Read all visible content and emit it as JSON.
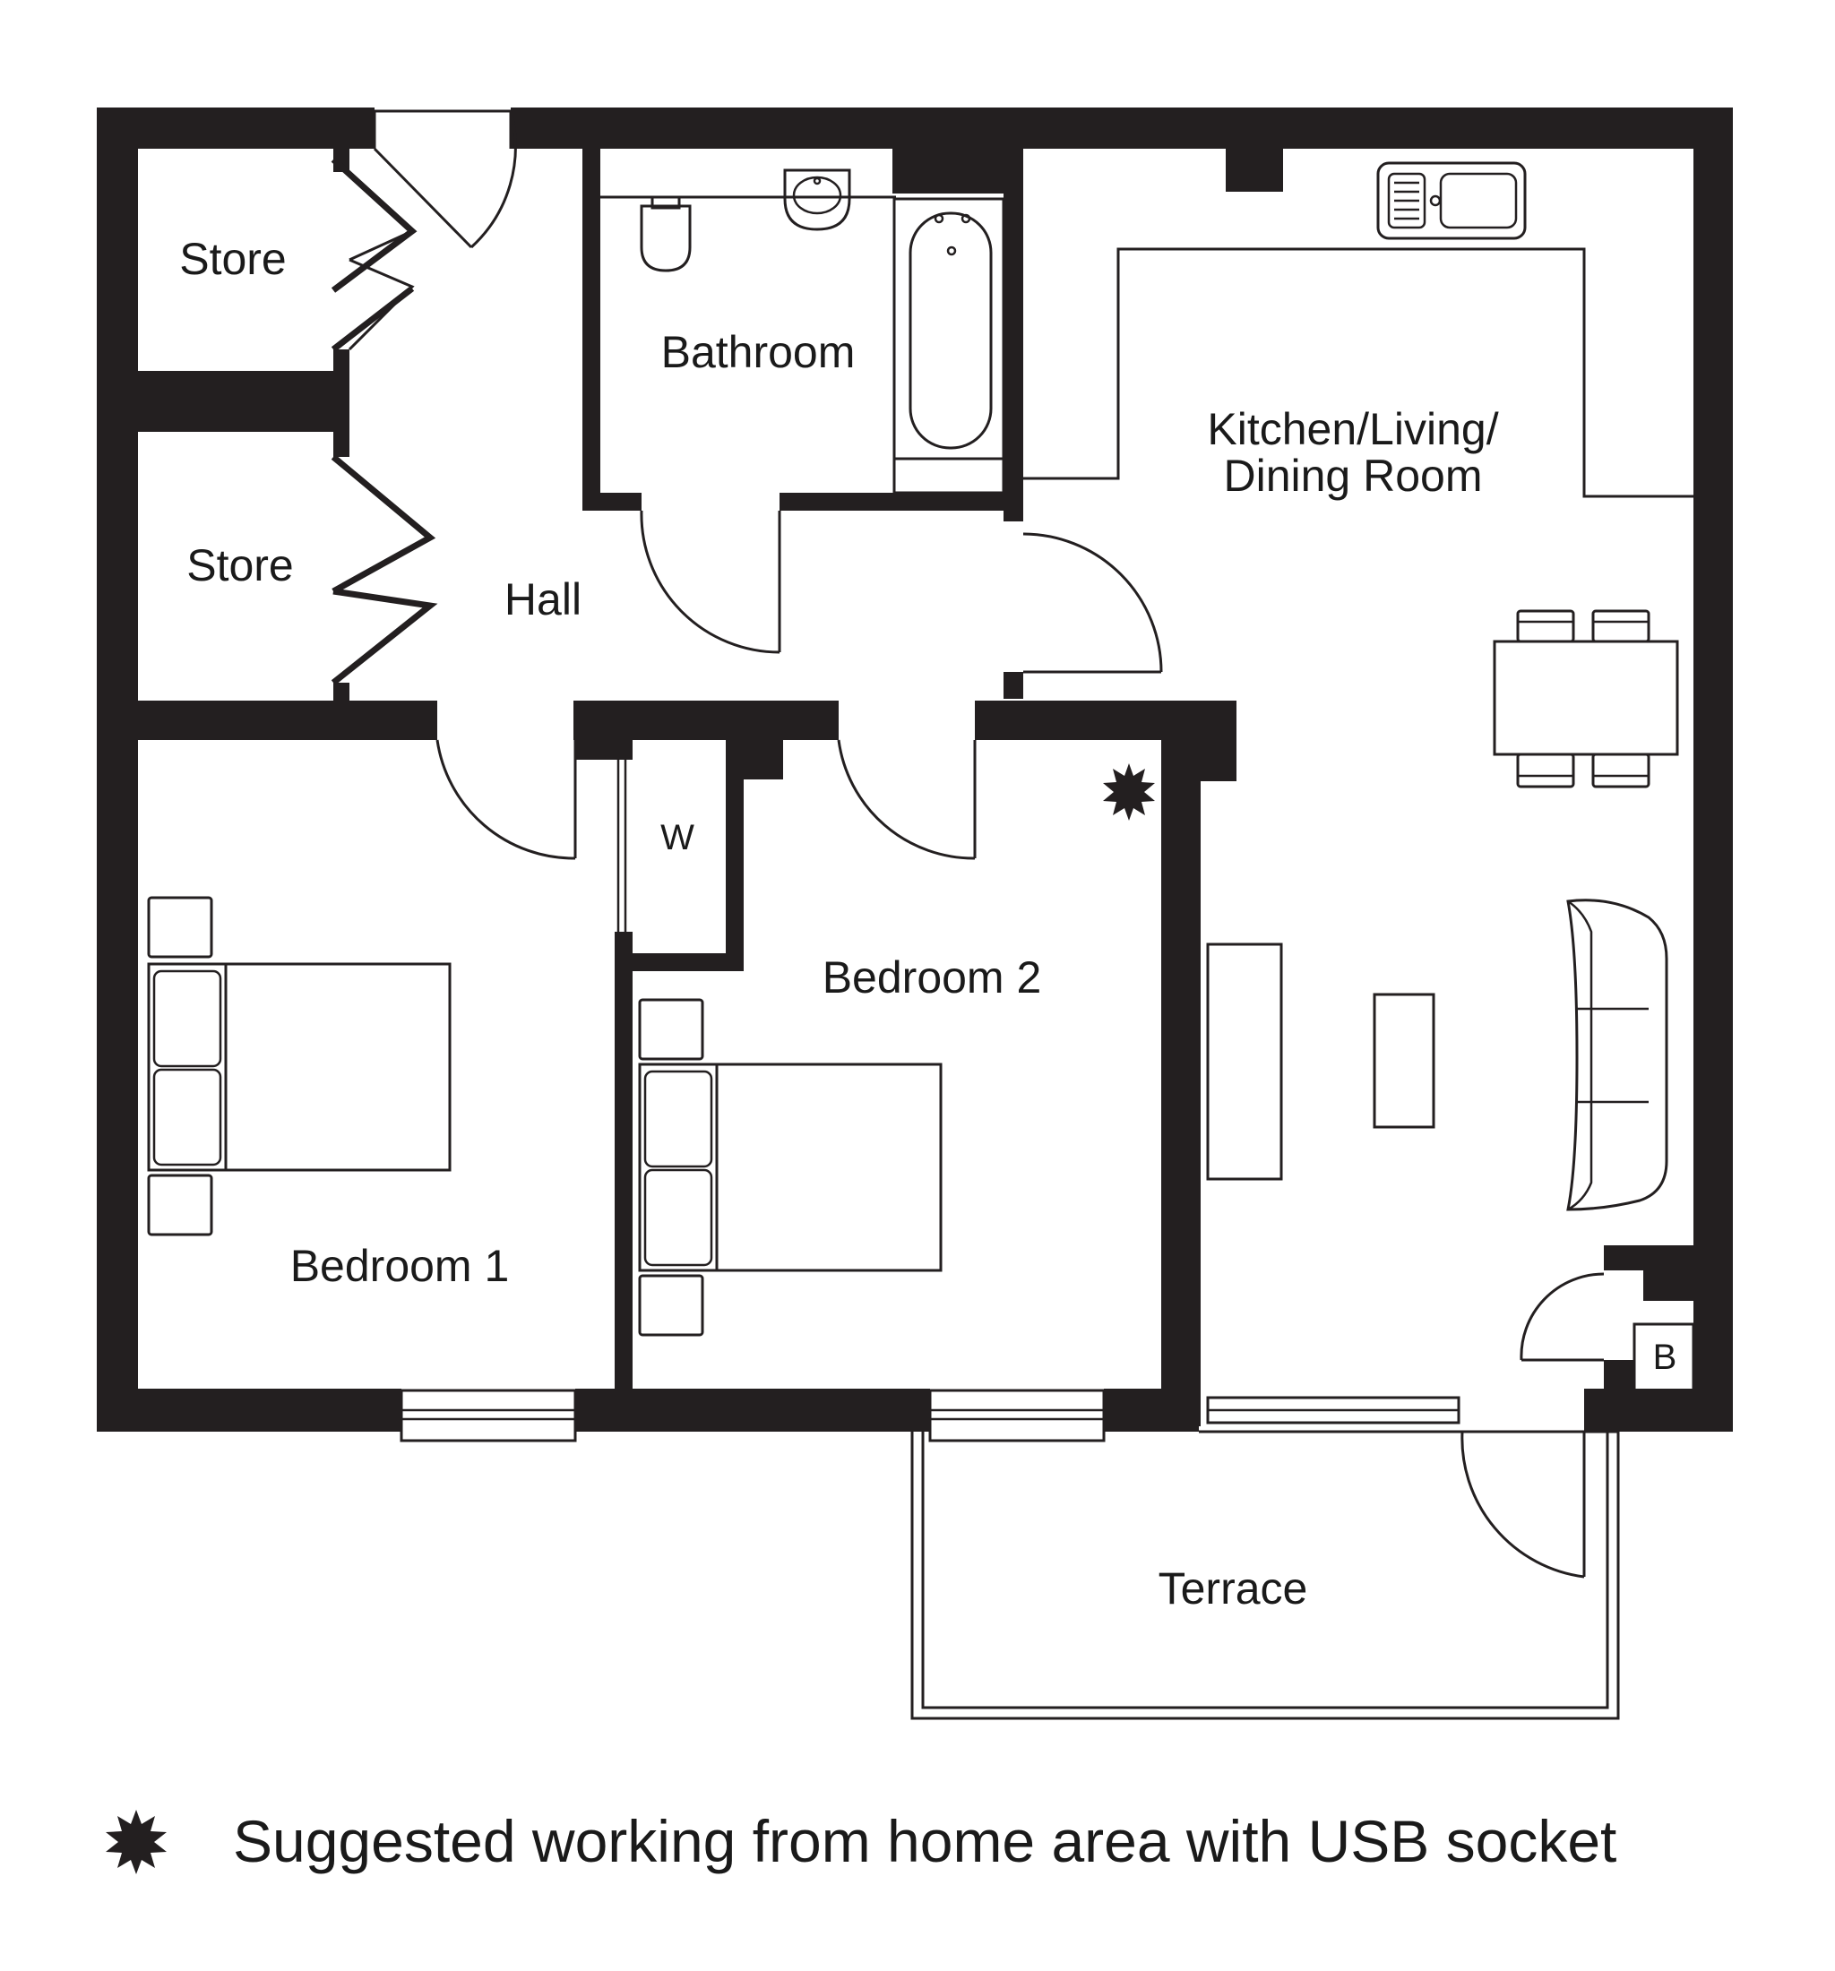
{
  "rooms": {
    "store_upper": "Store",
    "store_lower": "Store",
    "bathroom": "Bathroom",
    "kitchen_line1": "Kitchen/Living/",
    "kitchen_line2": "Dining Room",
    "hall": "Hall",
    "wardrobe": "W",
    "bedroom2": "Bedroom 2",
    "bedroom1": "Bedroom 1",
    "boiler": "B",
    "terrace": "Terrace"
  },
  "legend": {
    "text": "Suggested working from home area with USB socket"
  },
  "colors": {
    "wall": "#231f20",
    "background": "#ffffff"
  }
}
